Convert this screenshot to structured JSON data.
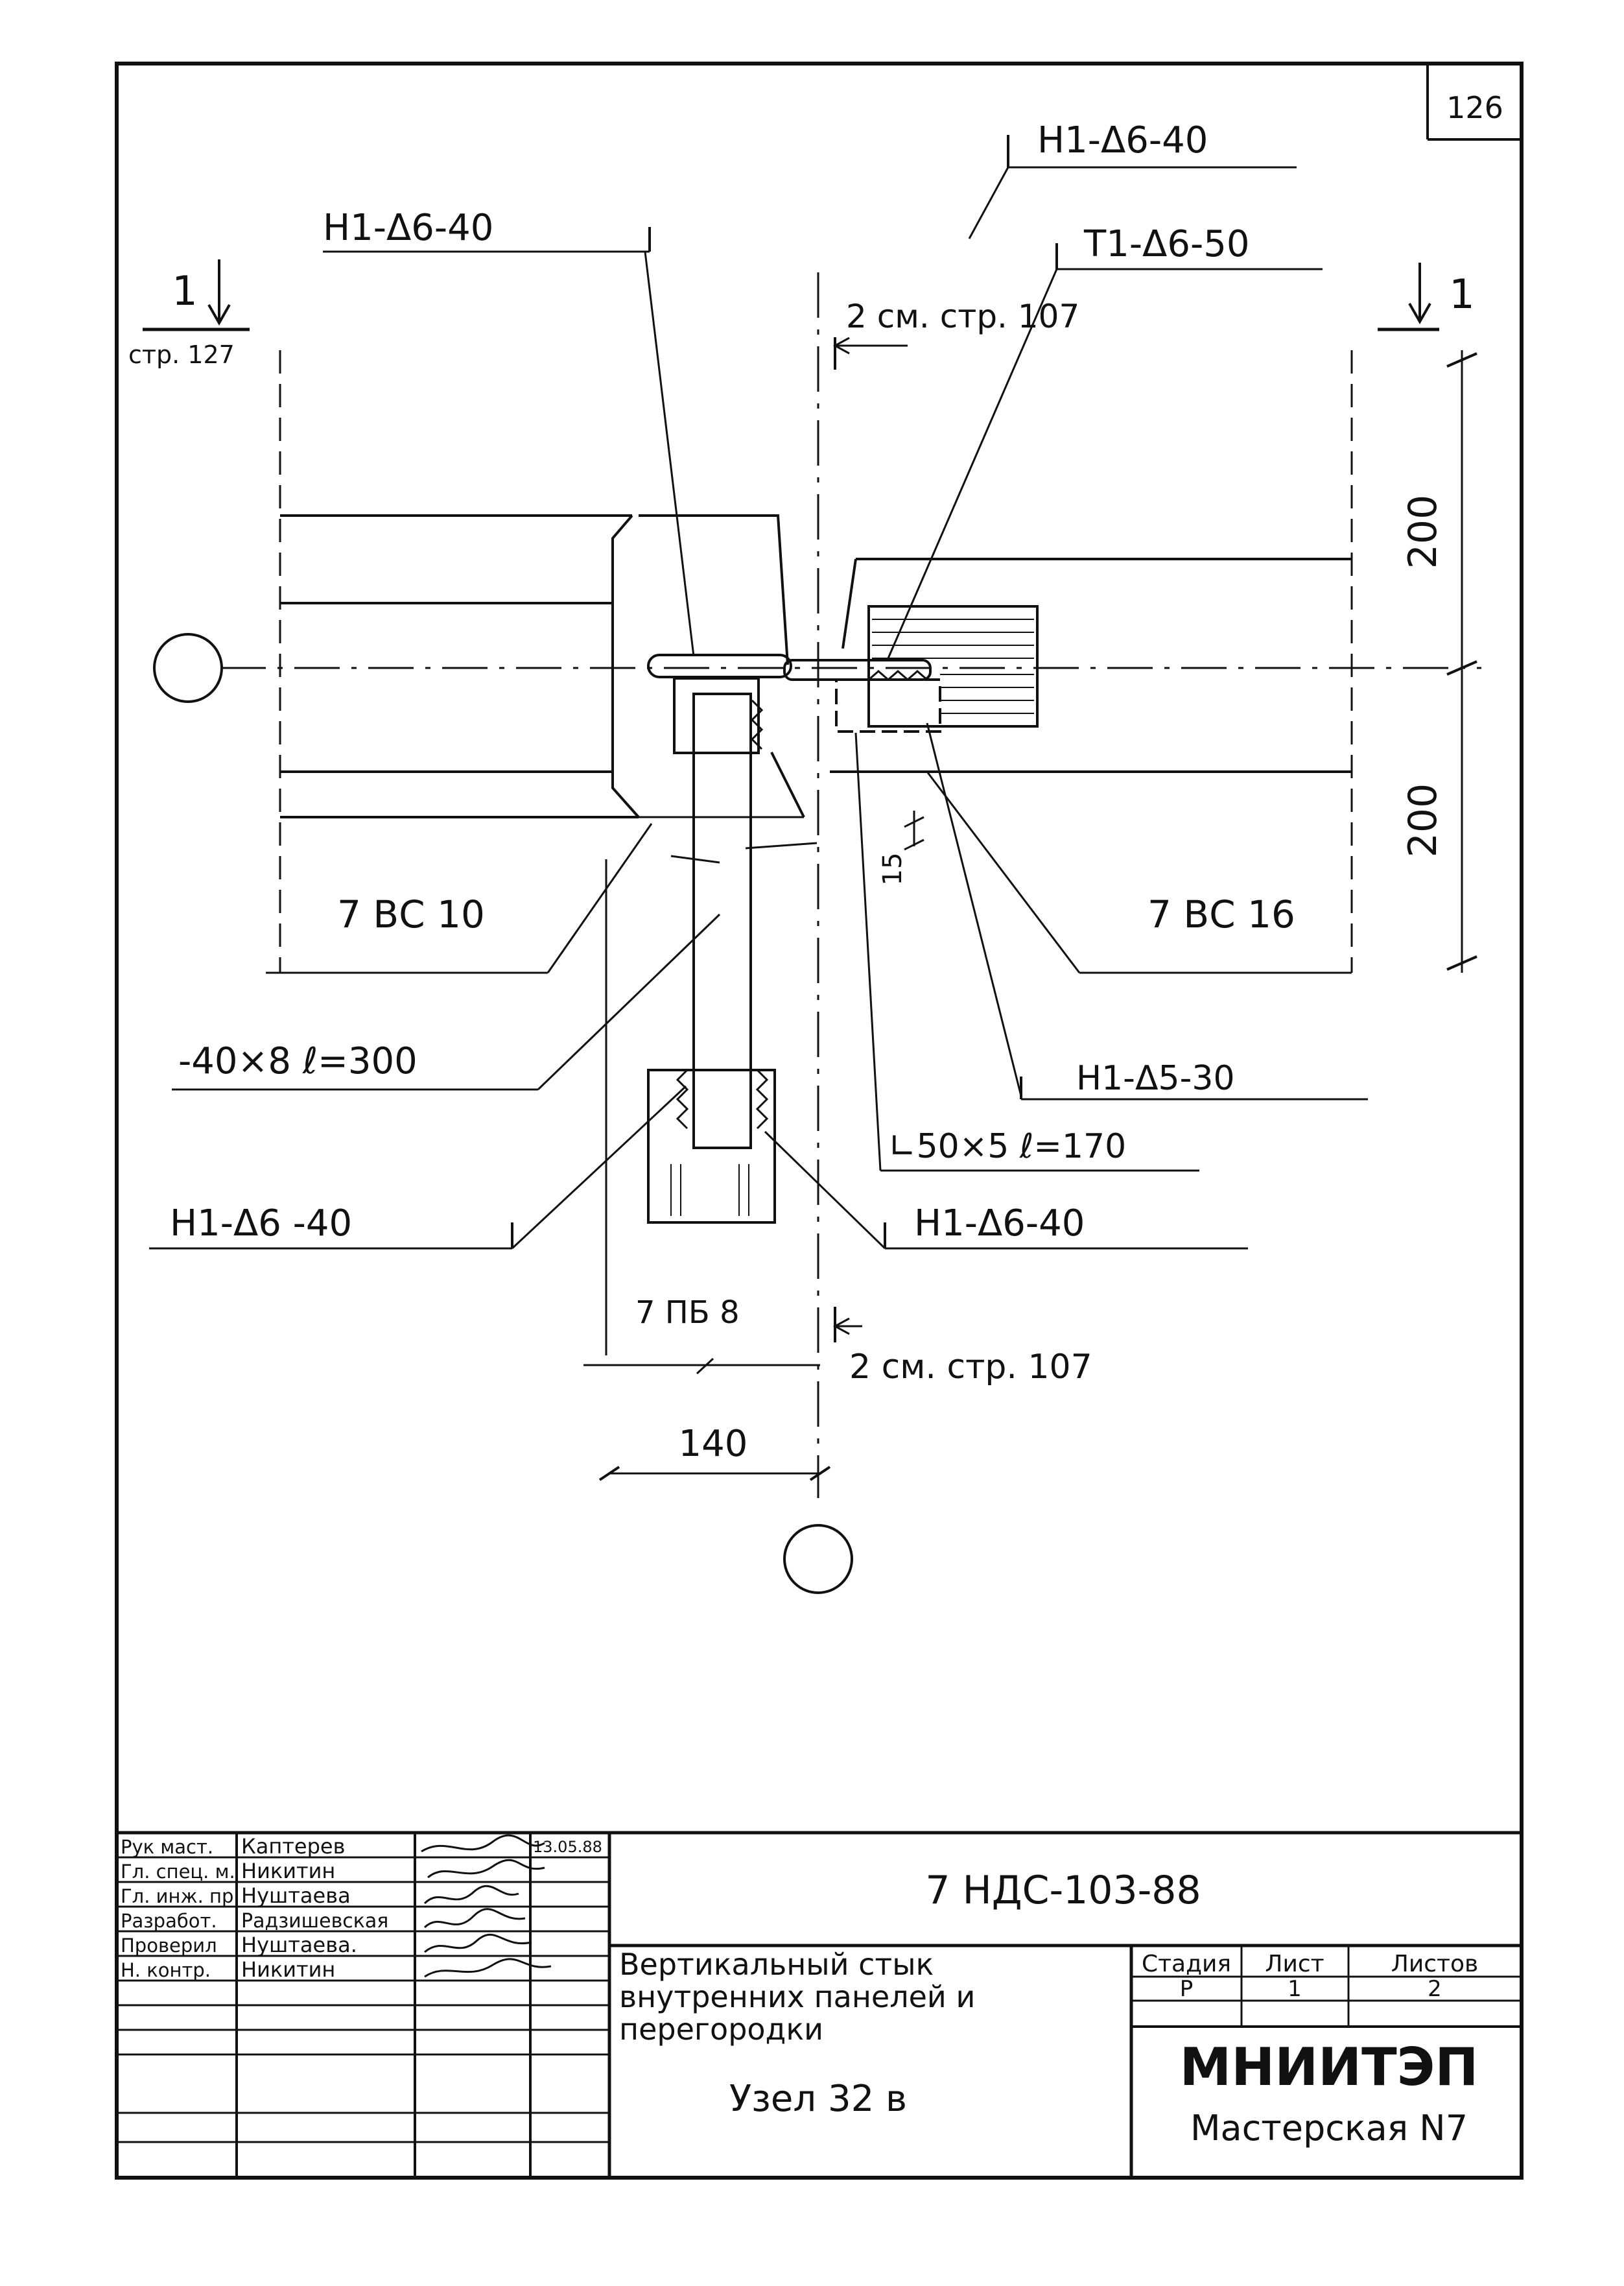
{
  "sheet": {
    "page_number": "126",
    "section_marks": {
      "left_number": "1",
      "left_reference": "стр. 127",
      "right_number": "1"
    }
  },
  "drawing": {
    "weld_labels": [
      "Н1-Δ6-40",
      "Н1-Δ6-40",
      "Т1-Δ6-50",
      "Н1-Δ5-30",
      "Н1-Δ6 -40",
      "Н1-Δ6-40"
    ],
    "section_refs": [
      "2 см. стр. 107",
      "2 см. стр. 107"
    ],
    "dimensions": {
      "top_height": "200",
      "bottom_height": "200",
      "gap": "15",
      "width": "140"
    },
    "panel_labels": {
      "left_panel": "7 ВС 10",
      "right_panel": "7 ВС 16",
      "partition": "7 ПБ 8"
    },
    "part_labels": {
      "plate": "-40×8 ℓ=300",
      "angle": "∟50×5 ℓ=170"
    }
  },
  "title_block": {
    "roles": [
      "Рук маст.",
      "Гл. спец. м.",
      "Гл. инж. пр.",
      "Разработ.",
      "Проверил",
      "Н. контр."
    ],
    "names": [
      "Каптерев",
      "Никитин",
      "Нуштаева",
      "Радзишевская",
      "Нуштаева.",
      "Никитин"
    ],
    "date": "13.05.88",
    "document_code": "7 НДС-103-88",
    "title_lines": [
      "Вертикальный стык",
      "внутренних панелей и",
      "перегородки"
    ],
    "node": "Узел 32 в",
    "stage_header": "Стадия",
    "sheet_header": "Лист",
    "sheets_header": "Листов",
    "stage_value": "Р",
    "sheet_value": "1",
    "sheets_value": "2",
    "organization": "МНИИТЭП",
    "workshop": "Мастерская N7"
  }
}
